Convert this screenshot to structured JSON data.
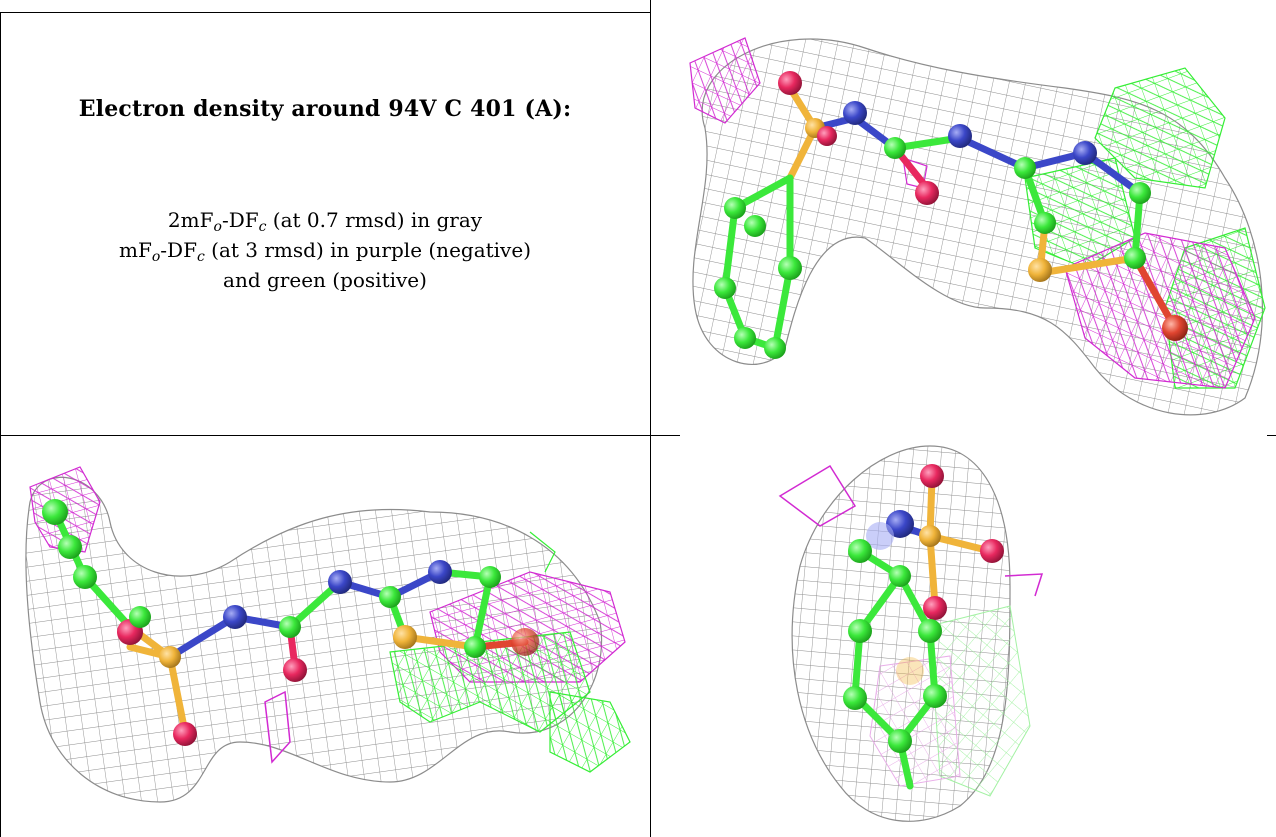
{
  "caption": {
    "title": "Electron density around 94V C 401 (A):",
    "line1": {
      "a": "2mF",
      "o": "o",
      "b": "-DF",
      "c": "c",
      "rest": " (at 0.7 rmsd) in gray"
    },
    "line2": {
      "a": "mF",
      "o": "o",
      "b": "-DF",
      "c": "c",
      "rest": " (at 3 rmsd) in purple (negative)"
    },
    "line3": "and green (positive)"
  },
  "panels": [
    {
      "view": "view-1",
      "description_colors": {
        "mesh2fofc": "#9a9a9a",
        "neg": "#d21fd2",
        "pos": "#2ee82e"
      }
    },
    {
      "view": "view-2"
    },
    {
      "view": "view-3"
    }
  ],
  "colors": {
    "carbon": "#3be83b",
    "nitrogen": "#3b47c8",
    "oxygen": "#e8285f",
    "sulfur": "#f0b43a",
    "oxygen_alt": "#e04530",
    "mesh": "#8c8c8c",
    "neg": "#d22ad2",
    "pos": "#35ee35"
  }
}
